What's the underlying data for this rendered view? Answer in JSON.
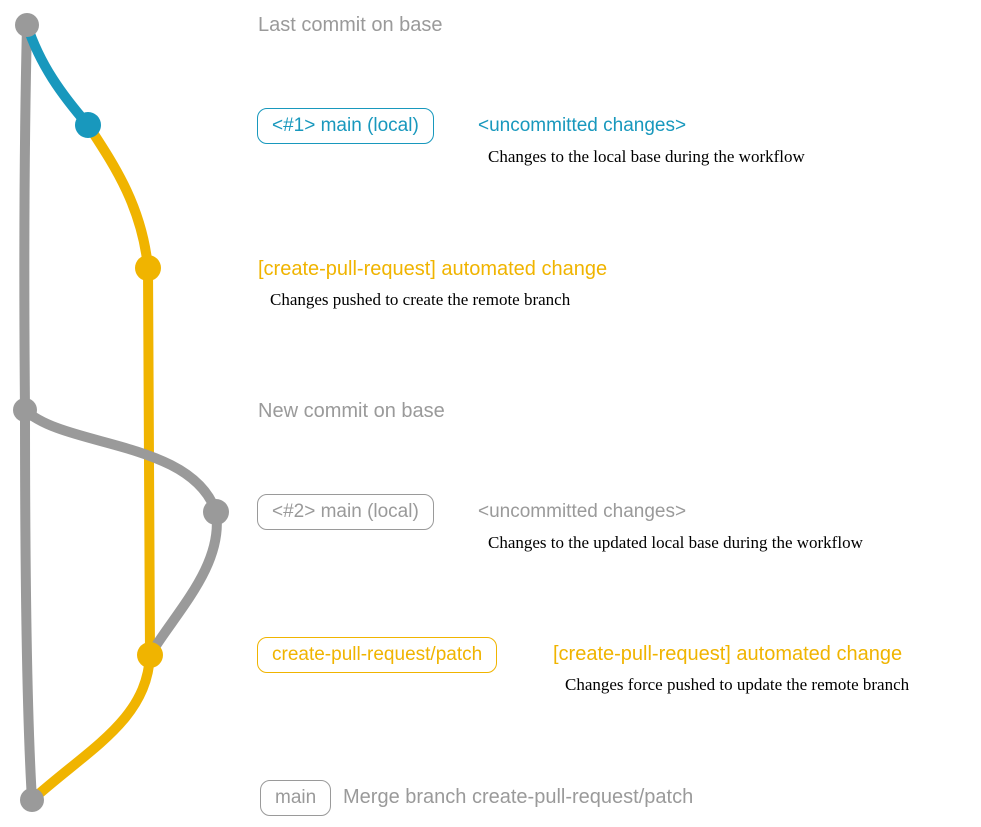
{
  "colors": {
    "gray": "#9a9a9a",
    "teal": "#1898bd",
    "yellow": "#f0b400",
    "black": "#000000"
  },
  "graph": {
    "base_branch": "base",
    "commits": [
      {
        "name": "last-commit-on-base",
        "color": "gray"
      },
      {
        "name": "local-main-1-commit",
        "color": "teal"
      },
      {
        "name": "patch-branch-commit-1",
        "color": "yellow"
      },
      {
        "name": "new-commit-on-base",
        "color": "gray"
      },
      {
        "name": "local-main-2-commit",
        "color": "gray"
      },
      {
        "name": "patch-branch-commit-2",
        "color": "yellow"
      },
      {
        "name": "merge-commit",
        "color": "gray"
      }
    ]
  },
  "labels": {
    "last_commit": "Last commit on base",
    "branch1_badge": "<#1> main (local)",
    "branch1_status": "<uncommitted changes>",
    "branch1_note": "Changes to the local base during the workflow",
    "pr_change1": "[create-pull-request] automated change",
    "pr_change1_note": "Changes pushed to create the remote branch",
    "new_commit": "New commit on base",
    "branch2_badge": "<#2> main (local)",
    "branch2_status": "<uncommitted changes>",
    "branch2_note": "Changes to the updated local base during the workflow",
    "patch_badge": "create-pull-request/patch",
    "pr_change2": "[create-pull-request] automated change",
    "pr_change2_note": "Changes force pushed to update the remote branch",
    "main_badge": "main",
    "merge_text": "Merge branch create-pull-request/patch"
  }
}
